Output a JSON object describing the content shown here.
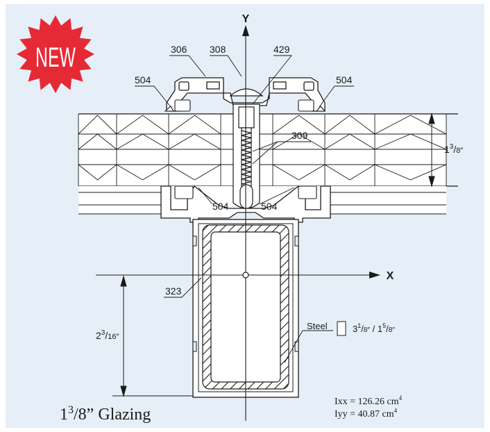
{
  "badge": {
    "text": "NEW",
    "color": "#e62a35"
  },
  "colors": {
    "panel": "#e6eff7",
    "ink": "#1a1a1a",
    "hatch": "#1a1a1a"
  },
  "axes": {
    "y_label": "Y",
    "x_label": "X"
  },
  "callouts": {
    "c306": "306",
    "c308": "308",
    "c429": "429",
    "c504_top_left": "504",
    "c504_top_right": "504",
    "c309": "309",
    "c504_bottom_left": "504",
    "c504_bottom_right": "504",
    "c323": "323"
  },
  "dimensions": {
    "thickness": {
      "whole": "1",
      "num": "3",
      "den": "8″"
    },
    "height": {
      "whole": "2",
      "num": "3",
      "den": "16″"
    }
  },
  "steel": {
    "label": "Steel",
    "a_whole": "3",
    "a_num": "1",
    "a_den": "8″",
    "sep": " / ",
    "b_whole": "1",
    "b_num": "5",
    "b_den": "8″"
  },
  "caption": {
    "whole": "1",
    "num": "3",
    "den": "8” Glazing"
  },
  "properties": {
    "ixx_label": "Ixx = 126.26 cm",
    "ixx_exp": "4",
    "iyy_label": "Iyy = 40.87 cm",
    "iyy_exp": "4"
  }
}
